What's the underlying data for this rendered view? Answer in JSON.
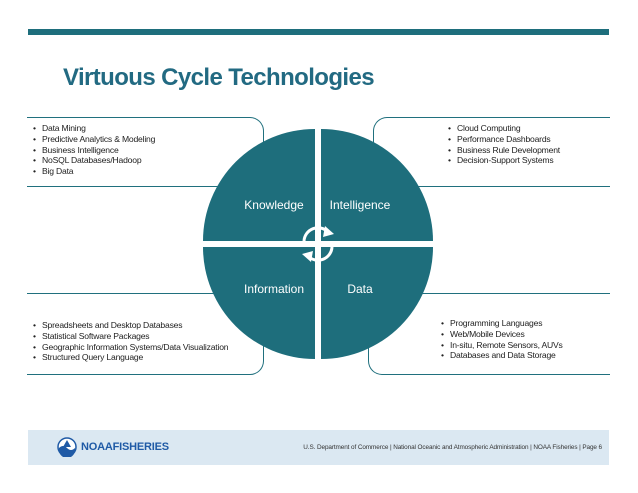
{
  "colors": {
    "teal": "#1e6e7c",
    "title": "#226a82",
    "box_border": "#20707e",
    "header_rule": "#1e6e7c",
    "footer_bg": "#dbe8f2",
    "logo_blue": "#1f5aa6"
  },
  "slide": {
    "title": "Virtuous Cycle Technologies",
    "page_label": "Page 6"
  },
  "cycle": {
    "quadrants": {
      "top_left": "Knowledge",
      "top_right": "Intelligence",
      "bottom_left": "Information",
      "bottom_right": "Data"
    }
  },
  "boxes": {
    "top_left": {
      "items": [
        "Data Mining",
        "Predictive Analytics & Modeling",
        "Business Intelligence",
        "NoSQL Databases/Hadoop",
        "Big Data"
      ]
    },
    "top_right": {
      "items": [
        "Cloud Computing",
        "Performance Dashboards",
        "Business Rule Development",
        "Decision-Support Systems"
      ]
    },
    "bottom_left": {
      "items": [
        "Spreadsheets and Desktop Databases",
        "Statistical Software Packages",
        "Geographic Information Systems/Data Visualization",
        "Structured Query Language"
      ]
    },
    "bottom_right": {
      "items": [
        "Programming Languages",
        "Web/Mobile Devices",
        "In-situ, Remote Sensors, AUVs",
        "Databases and Data Storage"
      ]
    }
  },
  "footer": {
    "logo_text_noaa": "NOAA",
    "logo_text_fisheries": "FISHERIES",
    "agency_line": "U.S. Department of Commerce  |  National Oceanic and Atmospheric Administration  |  NOAA Fisheries  |  Page 6"
  }
}
